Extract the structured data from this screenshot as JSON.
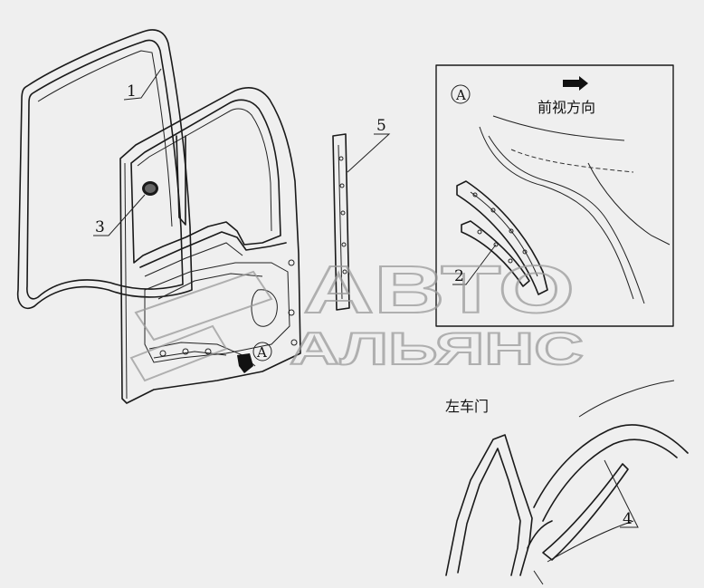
{
  "callouts": {
    "c1": "1",
    "c2": "2",
    "c3": "3",
    "c4": "4",
    "c5": "5"
  },
  "detail": {
    "marker": "A",
    "view_direction": "前视方向"
  },
  "door_marker": "A",
  "left_door_label": "左车门",
  "watermark": {
    "line1": "АВТО",
    "line2": "АЛЬЯНС"
  }
}
